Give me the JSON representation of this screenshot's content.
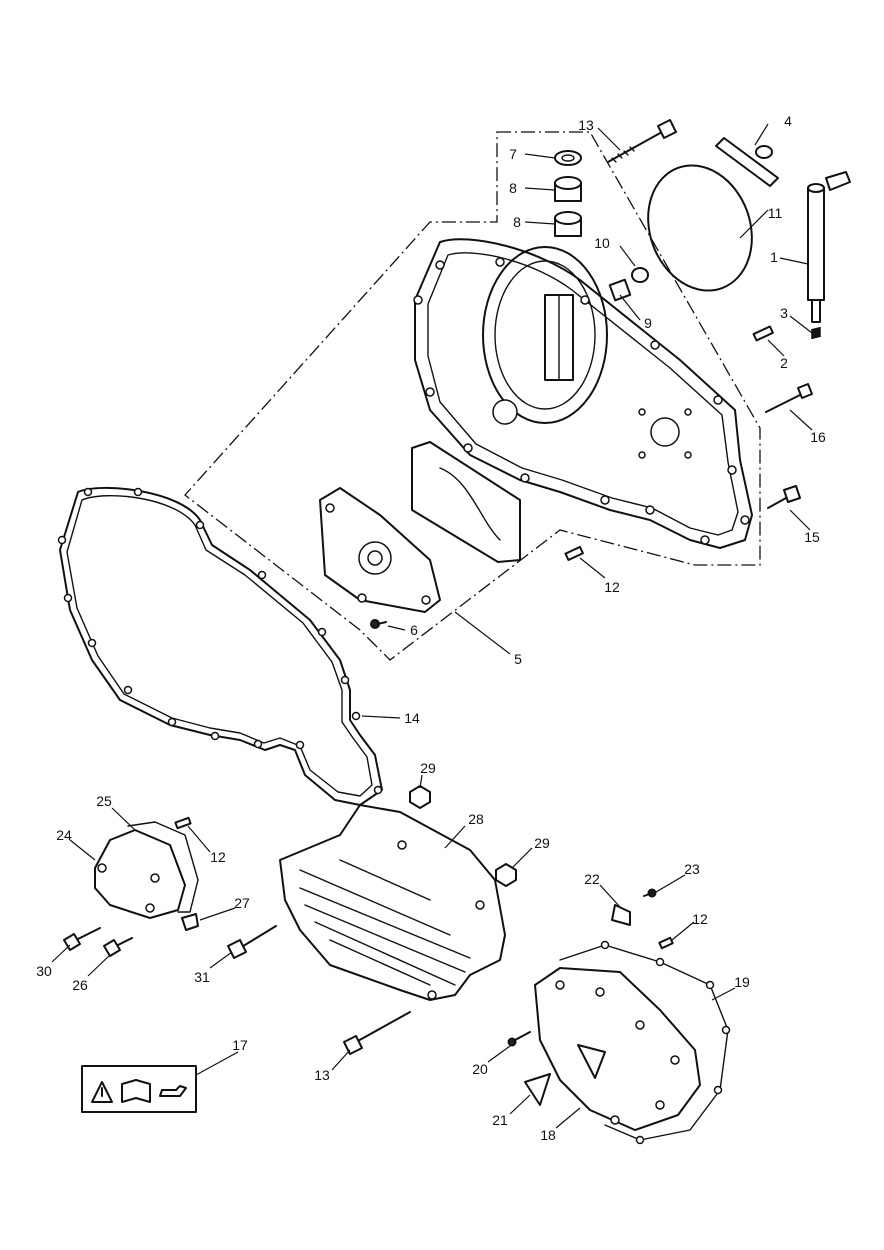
{
  "callouts": [
    {
      "id": "c1",
      "text": "1"
    },
    {
      "id": "c2",
      "text": "2"
    },
    {
      "id": "c3",
      "text": "3"
    },
    {
      "id": "c4",
      "text": "4"
    },
    {
      "id": "c5",
      "text": "5"
    },
    {
      "id": "c6",
      "text": "6"
    },
    {
      "id": "c7",
      "text": "7"
    },
    {
      "id": "c8a",
      "text": "8"
    },
    {
      "id": "c8b",
      "text": "8"
    },
    {
      "id": "c9",
      "text": "9"
    },
    {
      "id": "c10",
      "text": "10"
    },
    {
      "id": "c11",
      "text": "11"
    },
    {
      "id": "c12a",
      "text": "12"
    },
    {
      "id": "c12b",
      "text": "12"
    },
    {
      "id": "c12c",
      "text": "12"
    },
    {
      "id": "c13a",
      "text": "13"
    },
    {
      "id": "c13b",
      "text": "13"
    },
    {
      "id": "c14",
      "text": "14"
    },
    {
      "id": "c15",
      "text": "15"
    },
    {
      "id": "c16",
      "text": "16"
    },
    {
      "id": "c17",
      "text": "17"
    },
    {
      "id": "c18",
      "text": "18"
    },
    {
      "id": "c19",
      "text": "19"
    },
    {
      "id": "c20",
      "text": "20"
    },
    {
      "id": "c21",
      "text": "21"
    },
    {
      "id": "c22",
      "text": "22"
    },
    {
      "id": "c23",
      "text": "23"
    },
    {
      "id": "c24",
      "text": "24"
    },
    {
      "id": "c25",
      "text": "25"
    },
    {
      "id": "c26",
      "text": "26"
    },
    {
      "id": "c27",
      "text": "27"
    },
    {
      "id": "c28",
      "text": "28"
    },
    {
      "id": "c29a",
      "text": "29"
    },
    {
      "id": "c29b",
      "text": "29"
    },
    {
      "id": "c30",
      "text": "30"
    },
    {
      "id": "c31",
      "text": "31"
    }
  ],
  "icons": [
    "warning-triangle-icon",
    "manual-book-icon",
    "oil-can-icon"
  ]
}
